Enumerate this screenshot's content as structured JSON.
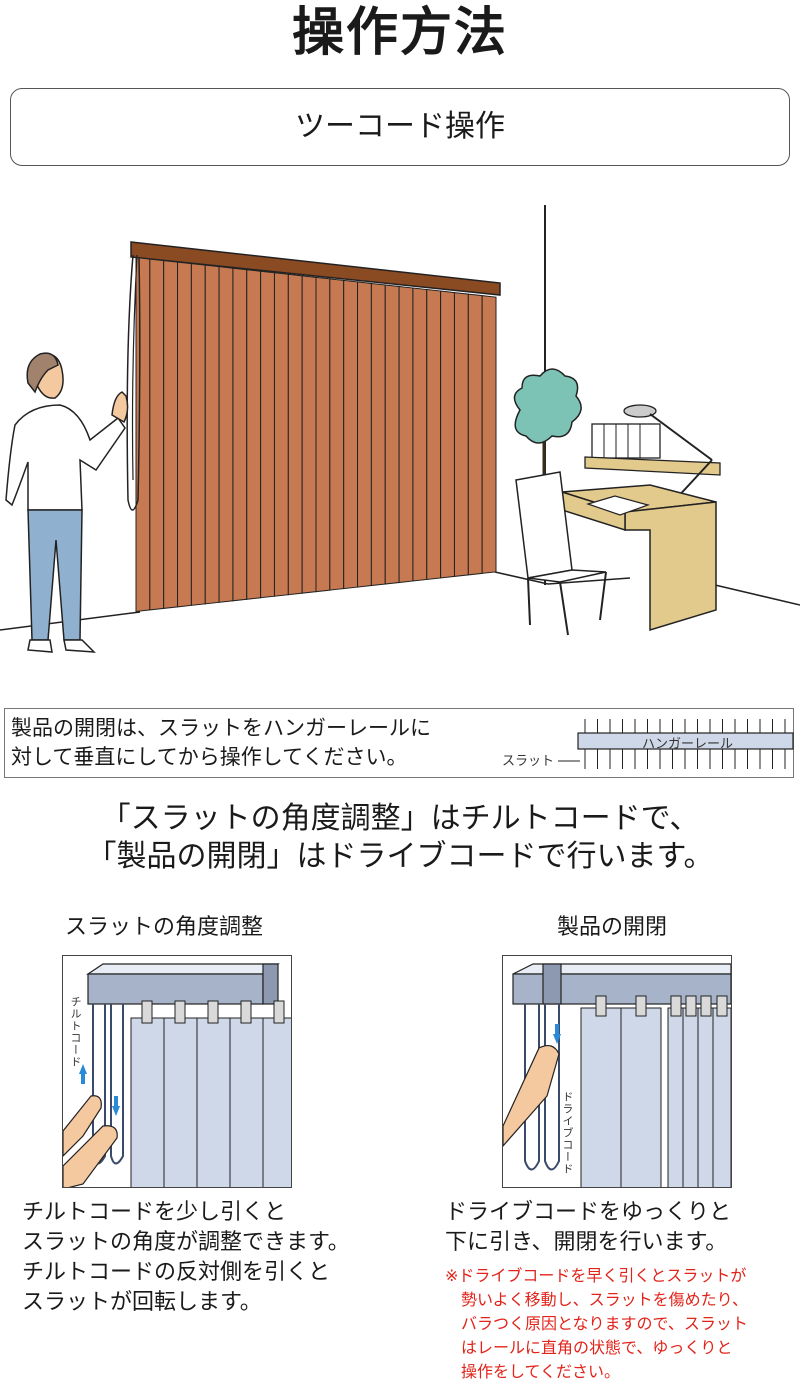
{
  "title": "操作方法",
  "subtitle": "ツーコード操作",
  "note": {
    "line1": "製品の開閉は、スラットをハンガーレールに",
    "line2": "対して垂直にしてから操作してください。",
    "rail_label": "ハンガーレール",
    "slat_label": "スラット"
  },
  "heading": {
    "line1": "「スラットの角度調整」はチルトコードで、",
    "line2": "「製品の開閉」はドライブコードで行います。"
  },
  "left": {
    "title": "スラットの角度調整",
    "cord_label": "チルトコード",
    "desc": [
      "チルトコードを少し引くと",
      "スラットの角度が調整できます。",
      "チルトコードの反対側を引くと",
      "スラットが回転します。"
    ]
  },
  "right": {
    "title": "製品の開閉",
    "cord_label": "ドライブコード",
    "desc": [
      "ドライブコードをゆっくりと",
      "下に引き、開閉を行います。"
    ],
    "warning": [
      "※ドライブコードを早く引くとスラットが",
      "勢いよく移動し、スラットを傷めたり、",
      "バラつく原因となりますので、スラット",
      "はレールに直角の状態で、ゆっくりと",
      "操作をしてください。"
    ]
  },
  "colors": {
    "slat": "#c77a52",
    "headrail": "#8a4a22",
    "skin": "#f5c9a0",
    "shirt": "#ffffff",
    "pants": "#8fb1cf",
    "desk": "#e2c98c",
    "plant": "#7cc3b6",
    "blind_slat": "#cfd8e8",
    "arrow": "#2a8ad8",
    "warning": "#e2231a"
  }
}
